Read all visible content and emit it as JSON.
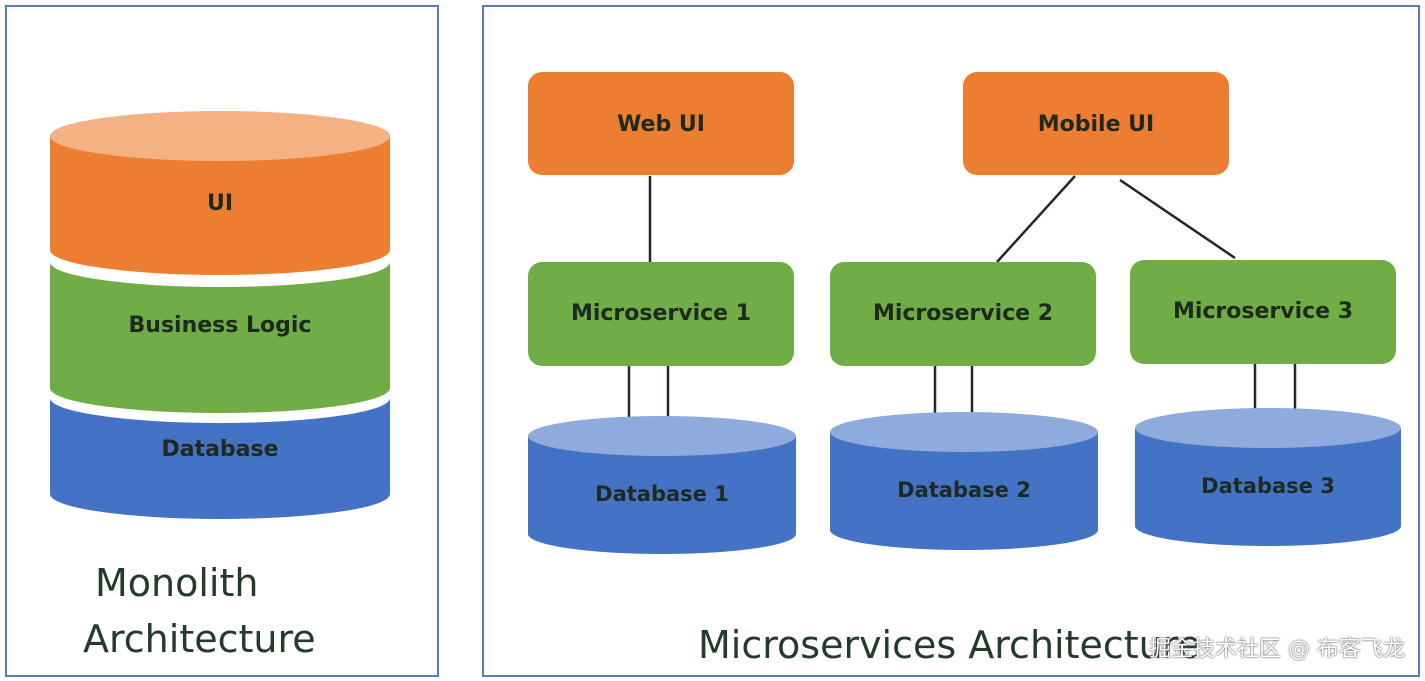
{
  "monolith": {
    "layers": {
      "ui": "UI",
      "business": "Business Logic",
      "database": "Database"
    },
    "caption_line1": "Monolith",
    "caption_line2": "Architecture"
  },
  "microservices": {
    "clients": {
      "web": "Web UI",
      "mobile": "Mobile UI"
    },
    "services": [
      "Microservice 1",
      "Microservice 2",
      "Microservice 3"
    ],
    "databases": [
      "Database 1",
      "Database 2",
      "Database 3"
    ],
    "caption": "Microservices Architecture"
  },
  "watermark": "掘金技术社区 @ 布客飞龙",
  "colors": {
    "orange": "#ed7d31",
    "orange_top": "#f4b183",
    "green": "#70ad47",
    "blue": "#4472c4",
    "blue_top": "#8faadc",
    "border": "#5b7bb3"
  }
}
